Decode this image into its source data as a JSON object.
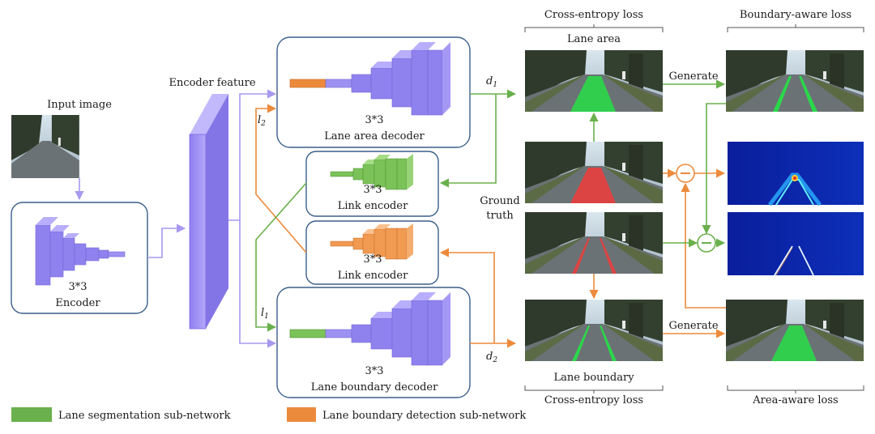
{
  "labels": {
    "input_image": "Input image",
    "encoder_feature": "Encoder feature",
    "encoder_kernel": "3*3",
    "encoder": "Encoder",
    "area_decoder_kernel": "3*3",
    "area_decoder": "Lane area decoder",
    "link_encoder_top_kernel": "3*3",
    "link_encoder_top": "Link encoder",
    "link_encoder_bottom_kernel": "3*3",
    "link_encoder_bottom": "Link encoder",
    "boundary_decoder_kernel": "3*3",
    "boundary_decoder": "Lane boundary decoder",
    "l2": "l",
    "l2_sub": "2",
    "l1": "l",
    "l1_sub": "1",
    "d1": "d",
    "d1_sub": "1",
    "d2": "d",
    "d2_sub": "2",
    "ground_truth_1": "Ground",
    "ground_truth_2": "truth",
    "cross_entropy_top": "Cross-entropy loss",
    "lane_area": "Lane area",
    "lane_boundary": "Lane boundary",
    "cross_entropy_bottom": "Cross-entropy loss",
    "boundary_aware_loss": "Boundary-aware loss",
    "area_aware_loss": "Area-aware loss",
    "generate_top": "Generate",
    "generate_bottom": "Generate",
    "legend_green": "Lane segmentation  sub-network",
    "legend_orange": "Lane boundary detection  sub-network"
  },
  "colors": {
    "green": "#6ab04c",
    "orange": "#ec8a3c",
    "purple": "#9b8cf0",
    "box_border": "#3b5f8a"
  }
}
